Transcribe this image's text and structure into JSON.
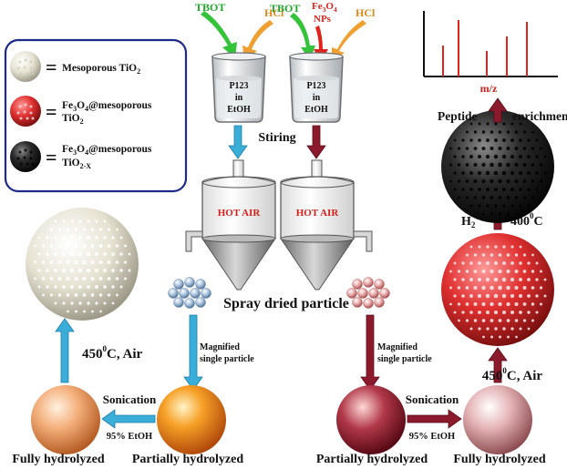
{
  "legend": {
    "mesoporous": "Mesoporous TiO",
    "mesoporous_sub": "2",
    "fe3o4_line1": "Fe",
    "fe3o4_line1_sub3": "3",
    "fe3o4_line1_O": "O",
    "fe3o4_line1_sub4": "4",
    "fe3o4_line1_rest": "@mesoporous",
    "fe3o4_line2": "TiO",
    "fe3o4_line2_sub": "2",
    "black_line1_rest": "@mesoporous",
    "black_line2": "TiO",
    "black_line2_sub": "2-X",
    "equals": "="
  },
  "reagents": {
    "tbot_left": "TBOT",
    "hcl_left": "HCl",
    "tbot_right": "TBOT",
    "fe3o4_label": "Fe",
    "fe3o4_sub3": "3",
    "fe3o4_O": "O",
    "fe3o4_sub4": "4",
    "nps": "NPs",
    "hcl_right": "HCl"
  },
  "beaker": {
    "line1": "P123",
    "line2": "in",
    "line3": "EtOH"
  },
  "steps": {
    "stirring": "Stiring",
    "hot_air": "HOT AIR",
    "spray_dried": "Spray dried particle",
    "magnified_1": "Magnified",
    "magnified_2": "single particle",
    "sonication": "Sonication",
    "etoh": "95% EtOH",
    "calcination": "450",
    "calcination_sup": "0",
    "calcination_rest": "C, Air",
    "h2": "H",
    "h2_sub": "2",
    "reduction": "400",
    "reduction_sup": "0",
    "reduction_rest": "C",
    "peptide": "Peptide",
    "enrichment": "enrichment",
    "mz": "m/z"
  },
  "products": {
    "fully_left": "Fully hydrolyzed",
    "partially_left": "Partially hydrolyzed",
    "partially_right": "Partially hydrolyzed",
    "fully_right": "Fully hydrolyzed"
  },
  "colors": {
    "cyan_arrow": "#3aaed8",
    "maroon_arrow": "#8a1a2c",
    "green_arrow": "#33c43a",
    "orange_arrow": "#f0a030",
    "red_arrow": "#e0241b",
    "legend_border": "#1e2a8a",
    "spectrum_red": "#e0241b"
  },
  "icons": [
    "sphere-icon",
    "beaker-icon",
    "spray-dryer-icon",
    "arrow-icon",
    "mass-spectrum-icon"
  ]
}
